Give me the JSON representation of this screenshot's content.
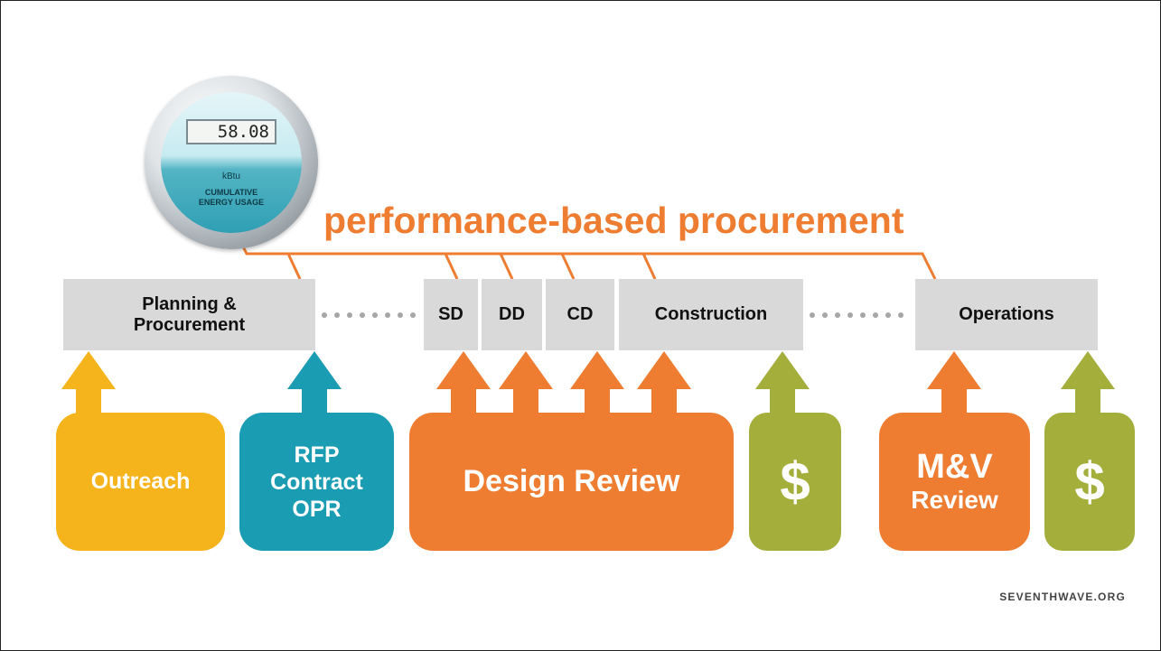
{
  "meter": {
    "reading": "58.08",
    "unit": "kBtu",
    "caption_line1": "CUMULATIVE",
    "caption_line2": "ENERGY USAGE"
  },
  "title": "performance-based procurement",
  "phases": {
    "planning_line1": "Planning &",
    "planning_line2": "Procurement",
    "sd": "SD",
    "dd": "DD",
    "cd": "CD",
    "construction": "Construction",
    "operations": "Operations"
  },
  "blocks": {
    "outreach": "Outreach",
    "rfp_line1": "RFP",
    "rfp_line2": "Contract",
    "rfp_line3": "OPR",
    "design_review": "Design Review",
    "money_symbol": "$",
    "mv_line1": "M&V",
    "mv_line2": "Review"
  },
  "footer": "SEVENTHWAVE.ORG",
  "colors": {
    "orange": "#ee7d31",
    "yellow": "#f5b31c",
    "teal": "#1a9cb2",
    "olive": "#a4ae3b",
    "phase_gray": "#d9d9d9"
  }
}
